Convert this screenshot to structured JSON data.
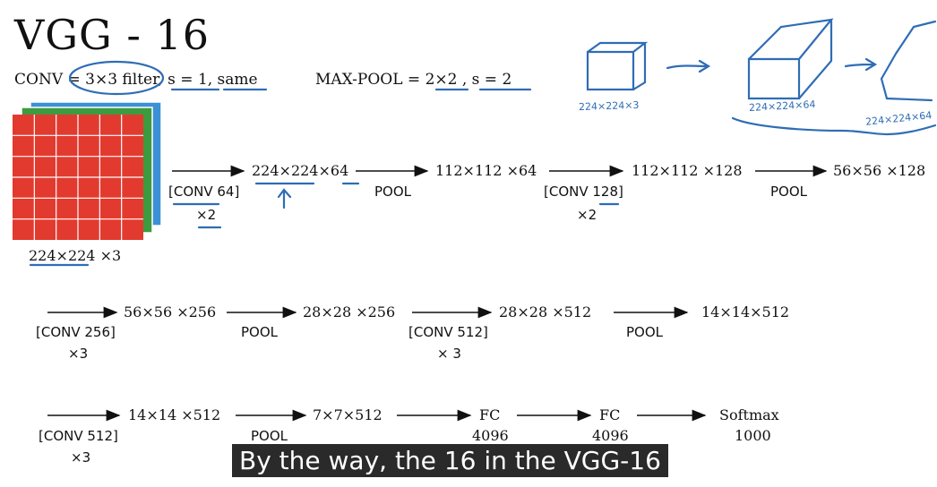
{
  "title": "VGG - 16",
  "params": {
    "conv": "CONV = 3×3 filter, s = 1, same",
    "maxpool": "MAX-POOL = 2×2 , s = 2"
  },
  "input_label": "224×224 ×3",
  "handwritten": {
    "a": "224×224×3",
    "b": "224×224×64",
    "c": "224×224×64"
  },
  "row1": {
    "op1": "[CONV 64]",
    "op1_times": "×2",
    "d1": "224×224×64",
    "op2": "POOL",
    "d2": "112×112 ×64",
    "op3": "[CONV 128]",
    "op3_times": "×2",
    "d3": "112×112 ×128",
    "op4": "POOL",
    "d4": "56×56 ×128"
  },
  "row2": {
    "op1": "[CONV 256]",
    "op1_times": "×3",
    "d1": "56×56 ×256",
    "op2": "POOL",
    "d2": "28×28 ×256",
    "op3": "[CONV 512]",
    "op3_times": "× 3",
    "d3": "28×28 ×512",
    "op4": "POOL",
    "d4": "14×14×512"
  },
  "row3": {
    "op1": "[CONV 512]",
    "op1_times": "×3",
    "d1": "14×14 ×512",
    "op2": "POOL",
    "d2": "7×7×512",
    "d3": "FC",
    "d3_sub": "4096",
    "d4": "FC",
    "d4_sub": "4096",
    "d5": "Softmax",
    "d5_sub": "1000"
  },
  "caption": "By the way, the 16 in the VGG-16",
  "colors": {
    "ink": "#111111",
    "pen": "#2f6db5",
    "red": "#e23a2f",
    "green": "#3e9a3f",
    "blue": "#3b90d6"
  }
}
